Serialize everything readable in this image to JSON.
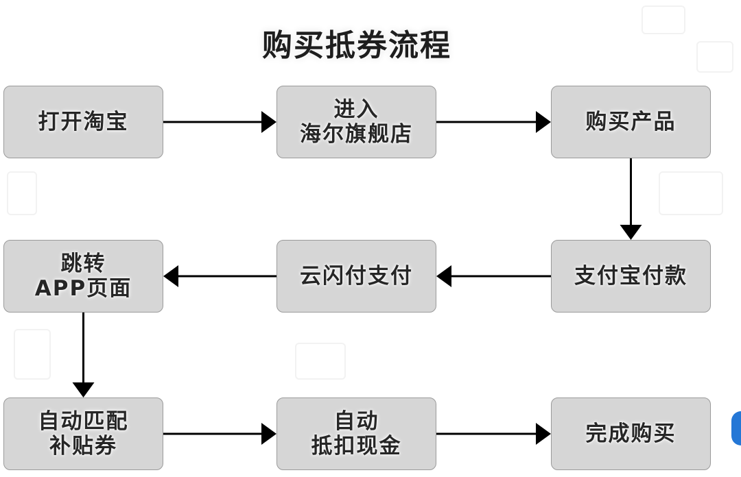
{
  "title": "购买抵券流程",
  "colors": {
    "node_fill": "#d6d6d6",
    "node_border": "#9a9a9a",
    "arrow": "#000000",
    "text": "#262626"
  },
  "nodes": [
    {
      "id": "open-taobao",
      "lines": [
        "打开淘宝"
      ]
    },
    {
      "id": "enter-haier-store",
      "lines": [
        "进入",
        "海尔旗舰店"
      ]
    },
    {
      "id": "buy-product",
      "lines": [
        "购买产品"
      ]
    },
    {
      "id": "alipay-payment",
      "lines": [
        "支付宝付款"
      ]
    },
    {
      "id": "cloud-quickpass",
      "lines": [
        "云闪付支付"
      ]
    },
    {
      "id": "jump-app-page",
      "lines": [
        "跳转",
        "APP页面"
      ]
    },
    {
      "id": "auto-match-coupon",
      "lines": [
        "自动匹配",
        "补贴券"
      ]
    },
    {
      "id": "auto-deduct-cash",
      "lines": [
        "自动",
        "抵扣现金"
      ]
    },
    {
      "id": "complete-purchase",
      "lines": [
        "完成购买"
      ]
    }
  ],
  "edges": [
    {
      "from": "open-taobao",
      "to": "enter-haier-store"
    },
    {
      "from": "enter-haier-store",
      "to": "buy-product"
    },
    {
      "from": "buy-product",
      "to": "alipay-payment"
    },
    {
      "from": "alipay-payment",
      "to": "cloud-quickpass"
    },
    {
      "from": "cloud-quickpass",
      "to": "jump-app-page"
    },
    {
      "from": "jump-app-page",
      "to": "auto-match-coupon"
    },
    {
      "from": "auto-match-coupon",
      "to": "auto-deduct-cash"
    },
    {
      "from": "auto-deduct-cash",
      "to": "complete-purchase"
    }
  ]
}
